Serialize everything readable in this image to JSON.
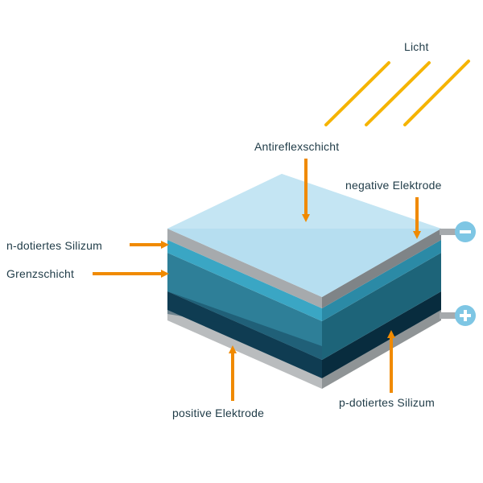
{
  "labels": {
    "light": "Licht",
    "antireflex": "Antireflexschicht",
    "negative_electrode": "negative Elektrode",
    "n_silicon": "n-dotiertes Silizum",
    "junction": "Grenzschicht",
    "positive_electrode": "positive Elektrode",
    "p_silicon": "p-dotiertes Silizum"
  },
  "terminals": {
    "negative_symbol": "−",
    "positive_symbol": "+"
  },
  "colors": {
    "arrow": "#f08a00",
    "light_rays": "#f5b400",
    "top_surface": "#b6def0",
    "electrode_grey": "#a6aaad",
    "n_layer": "#3aa6c4",
    "junction_layer": "#2e7f98",
    "p_layer": "#0f3c52",
    "terminal": "#7ec6e4",
    "label_text": "#1f3b47"
  }
}
